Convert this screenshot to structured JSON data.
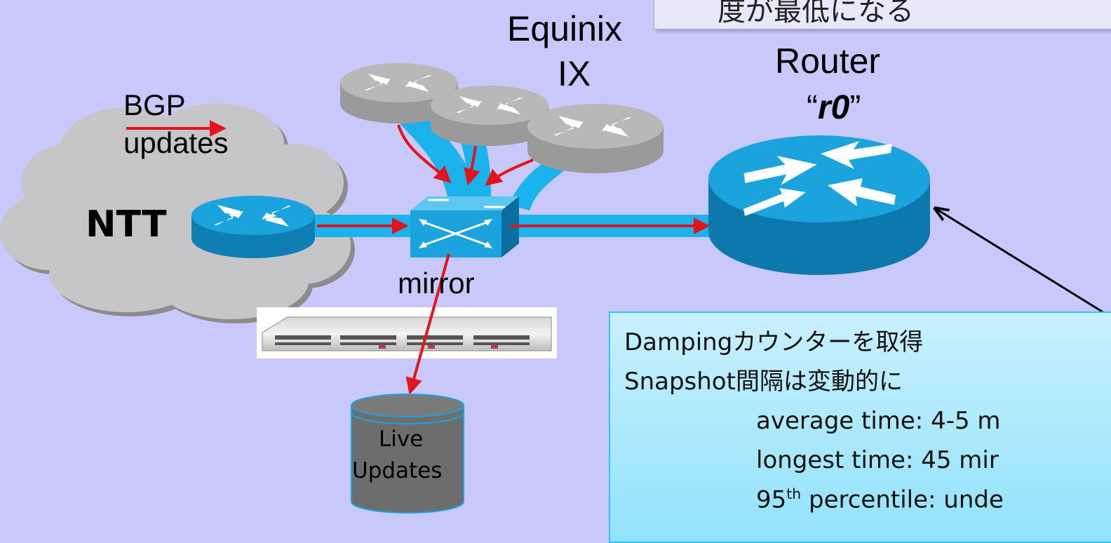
{
  "title_fragment": "度が最低になる",
  "labels": {
    "equinix": "Equinix",
    "ix": "IX",
    "router": "Router",
    "router_name_open": "“",
    "router_name": "r0",
    "router_name_close": "”",
    "bgp": "BGP",
    "updates": "updates",
    "ntt": "NTT",
    "mirror": "mirror",
    "live": "Live",
    "live_updates": "Updates"
  },
  "info_box": {
    "line1": "Dampingカウンターを取得",
    "line2": "Snapshot間隔は変動的に",
    "line3": "average time: 4-5 m",
    "line4": "longest time: 45 mir",
    "line5_prefix": "95",
    "line5_sup": "th",
    "line5_rest": " percentile: unde"
  },
  "colors": {
    "background": "#c9c8fb",
    "router_blue": "#1aa3dc",
    "router_gray": "#b5b5b5",
    "link_blue": "#1bb3ec",
    "arrow_red": "#e3141b",
    "db_gray": "#6d6d6d"
  }
}
